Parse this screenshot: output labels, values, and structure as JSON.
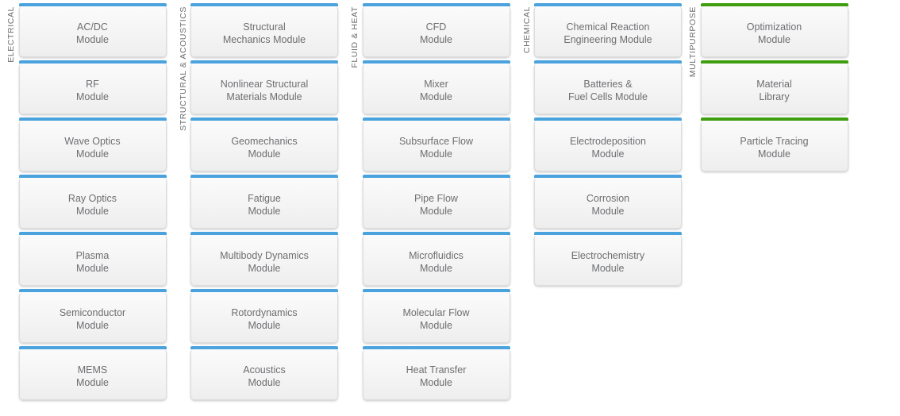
{
  "theme": {
    "accent_blue": "#4aa3dd",
    "accent_green": "#3f9e10",
    "card_text": "#6d6e71",
    "label_text": "#6d6e71",
    "background": "#ffffff"
  },
  "columns": [
    {
      "id": "electrical",
      "label": "ELECTRICAL",
      "accent": "blue",
      "cards": [
        {
          "line1": "AC/DC",
          "line2": "Module",
          "text": "AC/DC\nModule"
        },
        {
          "line1": "RF",
          "line2": "Module",
          "text": "RF\nModule"
        },
        {
          "line1": "Wave Optics",
          "line2": "Module",
          "text": "Wave Optics\nModule"
        },
        {
          "line1": "Ray Optics",
          "line2": "Module",
          "text": "Ray Optics\nModule"
        },
        {
          "line1": "Plasma",
          "line2": "Module",
          "text": "Plasma\nModule"
        },
        {
          "line1": "Semiconductor",
          "line2": "Module",
          "text": "Semiconductor\nModule"
        },
        {
          "line1": "MEMS",
          "line2": "Module",
          "text": "MEMS\nModule"
        }
      ]
    },
    {
      "id": "structural",
      "label": "STRUCTURAL & ACOUSTICS",
      "accent": "blue",
      "cards": [
        {
          "line1": "Structural",
          "line2": "Mechanics Module",
          "text": "Structural\nMechanics Module"
        },
        {
          "line1": "Nonlinear Structural",
          "line2": "Materials Module",
          "text": "Nonlinear Structural\nMaterials Module"
        },
        {
          "line1": "Geomechanics",
          "line2": "Module",
          "text": "Geomechanics\nModule"
        },
        {
          "line1": "Fatigue",
          "line2": "Module",
          "text": "Fatigue\nModule"
        },
        {
          "line1": "Multibody Dynamics",
          "line2": "Module",
          "text": "Multibody Dynamics\nModule"
        },
        {
          "line1": "Rotordynamics",
          "line2": "Module",
          "text": "Rotordynamics\nModule"
        },
        {
          "line1": "Acoustics",
          "line2": "Module",
          "text": "Acoustics\nModule"
        }
      ]
    },
    {
      "id": "fluid",
      "label": "FLUID & HEAT",
      "accent": "blue",
      "cards": [
        {
          "line1": "CFD",
          "line2": "Module",
          "text": "CFD\nModule"
        },
        {
          "line1": "Mixer",
          "line2": "Module",
          "text": "Mixer\nModule"
        },
        {
          "line1": "Subsurface Flow",
          "line2": "Module",
          "text": "Subsurface Flow\nModule"
        },
        {
          "line1": "Pipe Flow",
          "line2": "Module",
          "text": "Pipe Flow\nModule"
        },
        {
          "line1": "Microfluidics",
          "line2": "Module",
          "text": "Microfluidics\nModule"
        },
        {
          "line1": "Molecular Flow",
          "line2": "Module",
          "text": "Molecular Flow\nModule"
        },
        {
          "line1": "Heat Transfer",
          "line2": "Module",
          "text": "Heat Transfer\nModule"
        }
      ]
    },
    {
      "id": "chemical",
      "label": "CHEMICAL",
      "accent": "blue",
      "cards": [
        {
          "line1": "Chemical Reaction",
          "line2": "Engineering Module",
          "text": "Chemical Reaction\nEngineering Module"
        },
        {
          "line1": "Batteries &",
          "line2": "Fuel Cells Module",
          "text": "Batteries &\nFuel Cells Module"
        },
        {
          "line1": "Electrodeposition",
          "line2": "Module",
          "text": "Electrodeposition\nModule"
        },
        {
          "line1": "Corrosion",
          "line2": "Module",
          "text": "Corrosion\nModule"
        },
        {
          "line1": "Electrochemistry",
          "line2": "Module",
          "text": "Electrochemistry\nModule"
        }
      ]
    },
    {
      "id": "multipurpose",
      "label": "MULTIPURPOSE",
      "accent": "green",
      "cards": [
        {
          "line1": "Optimization",
          "line2": "Module",
          "text": "Optimization\nModule"
        },
        {
          "line1": "Material",
          "line2": "Library",
          "text": "Material\nLibrary"
        },
        {
          "line1": "Particle Tracing",
          "line2": "Module",
          "text": "Particle Tracing\nModule"
        }
      ]
    }
  ]
}
